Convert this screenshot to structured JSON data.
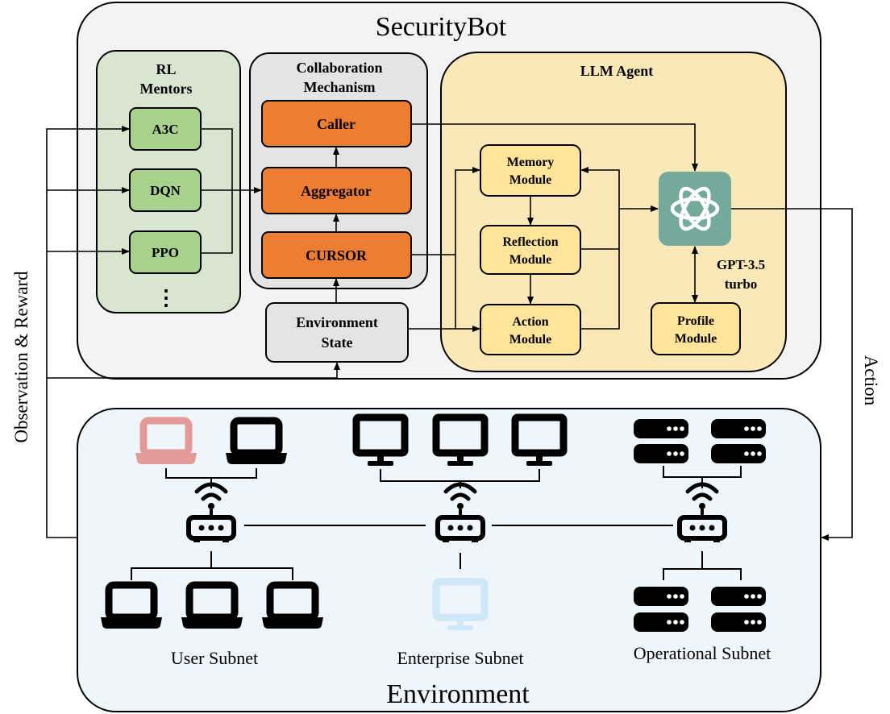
{
  "securitybot": {
    "title": "SecurityBot"
  },
  "rl_mentors": {
    "title_line1": "RL",
    "title_line2": "Mentors",
    "items": [
      "A3C",
      "DQN",
      "PPO"
    ],
    "more": "⋮"
  },
  "collab": {
    "title_line1": "Collaboration",
    "title_line2": "Mechanism",
    "caller": "Caller",
    "aggregator": "Aggregator",
    "cursor": "CURSOR"
  },
  "env_state": {
    "line1": "Environment",
    "line2": "State"
  },
  "llm_agent": {
    "title": "LLM Agent",
    "memory": {
      "line1": "Memory",
      "line2": "Module"
    },
    "reflection": {
      "line1": "Reflection",
      "line2": "Module"
    },
    "action": {
      "line1": "Action",
      "line2": "Module"
    },
    "profile": {
      "line1": "Profile",
      "line2": "Module"
    },
    "gpt": {
      "line1": "GPT-3.5",
      "line2": "turbo"
    }
  },
  "side_labels": {
    "left": "Observation & Reward",
    "right": "Action"
  },
  "environment": {
    "title": "Environment",
    "subnets": {
      "user": "User Subnet",
      "enterprise": "Enterprise Subnet",
      "operational": "Operational Subnet"
    }
  },
  "colors": {
    "securitybot_bg": "#f3f3f3",
    "rl_bg": "#d9e6cf",
    "rl_box": "#a9d18e",
    "collab_bg": "#e4e4e4",
    "orange": "#ed7d31",
    "llm_bg": "#fbe8b8",
    "module": "#ffe49a",
    "env_bg": "#eef6fb",
    "gpt": "#74aa9c",
    "pink": "#e39a98",
    "light_blue": "#cfe7f7"
  }
}
